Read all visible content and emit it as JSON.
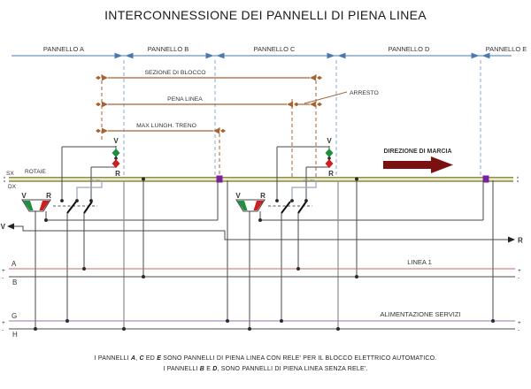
{
  "title": "INTERCONNESSIONE DEI PANNELLI DI PIENA LINEA",
  "panels": {
    "a": "PANNELLO A",
    "b": "PANNELLO B",
    "c": "PANNELLO C",
    "d": "PANNELLO D",
    "e": "PANNELLO E"
  },
  "dimensions": {
    "sezione_di_blocco": "SEZIONE DI BLOCCO",
    "pena_linea": "PENA LINEA",
    "arresto": "ARRESTO",
    "max_lungh_treno": "MAX LUNGH. TRENO"
  },
  "track": {
    "sx": "SX",
    "dx": "DX",
    "rotaie": "ROTAIE"
  },
  "direction": {
    "label": "DIREZIONE DI MARCIA"
  },
  "labels": {
    "v": "V",
    "r": "R"
  },
  "buses": {
    "a": "A",
    "b": "B",
    "g": "G",
    "h": "H",
    "linea1": "LINEA 1",
    "alimentazione": "ALIMENTAZIONE SERVIZI",
    "plus": "+",
    "minus": "-"
  },
  "notes": {
    "line1_parts": [
      {
        "t": "I PANNELLI "
      },
      {
        "t": "A",
        "em": true
      },
      {
        "t": ", "
      },
      {
        "t": "C",
        "em": true
      },
      {
        "t": " ED "
      },
      {
        "t": "E",
        "em": true
      },
      {
        "t": " SONO PANNELLI DI PIENA LINEA CON RELE' PER IL BLOCCO ELETTRICO AUTOMATICO."
      }
    ],
    "line2_parts": [
      {
        "t": "I PANNELLI "
      },
      {
        "t": "B",
        "em": true
      },
      {
        "t": " E "
      },
      {
        "t": "D",
        "em": true
      },
      {
        "t": ", SONO PANNELLI DI PIENA LINEA SENZA RELE'."
      }
    ]
  },
  "colors": {
    "panel_blue": "#4a7ab5",
    "dimension_brown": "#a86232",
    "rail_olive": "#8a8a4a",
    "joint_purple": "#7a1fa0",
    "direction_red": "#cc1111",
    "arrow_dark_red": "#7b1010",
    "bus_a_red": "#c46a6a",
    "bus_g_purple": "#9575a8",
    "bus_dark": "#4d4d4d",
    "signal_green": "#1e8f3e",
    "signal_red": "#cc2020",
    "wire": "#4a4a4a",
    "wire_gray": "#8c8c8c",
    "track_wire_blue": "#9aa0c8"
  }
}
